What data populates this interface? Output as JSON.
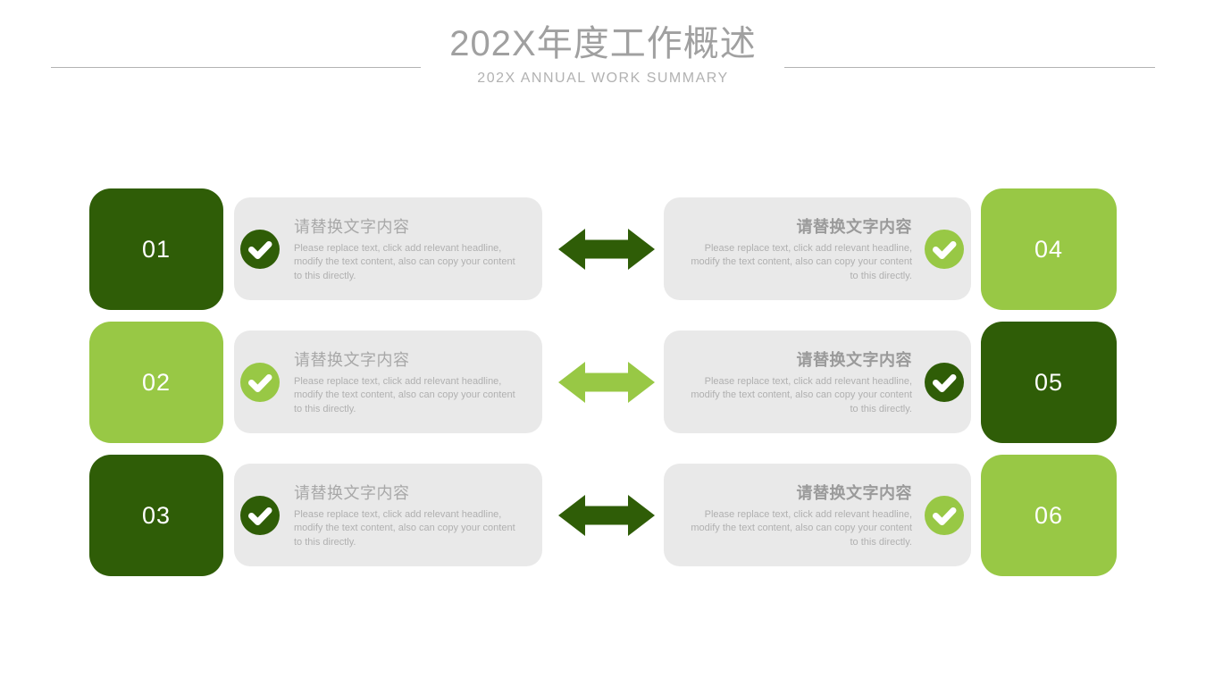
{
  "slide": {
    "title": "202X年度工作概述",
    "subtitle": "202X ANNUAL WORK SUMMARY"
  },
  "placeholder": {
    "heading": "请替换文字内容",
    "body": "Please replace text, click add relevant headline,\nmodify the text content, also can copy your content\nto this directly."
  },
  "colors": {
    "dark_green": "#2f5d07",
    "light_green": "#98c845",
    "card_background": "#e9e9e9",
    "title_gray": "#a0a0a0",
    "body_gray": "#b0b0b0"
  },
  "icons": {
    "check": "check-circle-icon",
    "arrow": "double-headed-arrow-icon"
  },
  "rows": [
    {
      "left": {
        "number": "01",
        "tone": "dark"
      },
      "arrow_tone": "dark",
      "right": {
        "number": "04",
        "tone": "light"
      }
    },
    {
      "left": {
        "number": "02",
        "tone": "light"
      },
      "arrow_tone": "light",
      "right": {
        "number": "05",
        "tone": "dark"
      }
    },
    {
      "left": {
        "number": "03",
        "tone": "dark"
      },
      "arrow_tone": "dark",
      "right": {
        "number": "06",
        "tone": "light"
      }
    }
  ]
}
